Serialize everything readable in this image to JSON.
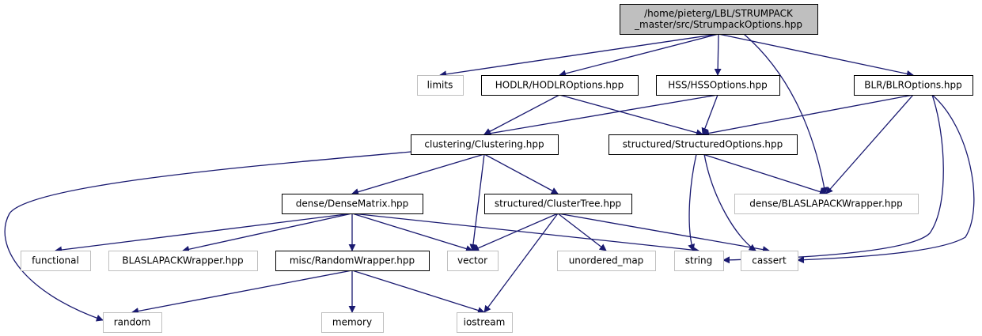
{
  "colors": {
    "edge": "#191970",
    "root_fill": "#bfbfbf",
    "documented_border": "#000000",
    "external_border": "#bfbfbf",
    "fill": "#ffffff",
    "text": "#000000"
  },
  "nodes": [
    {
      "id": "root",
      "lines": [
        "/home/pieterg/LBL/STRUMPACK",
        "_master/src/StrumpackOptions.hpp"
      ],
      "kind": "root"
    },
    {
      "id": "limits",
      "lines": [
        "limits"
      ],
      "kind": "external"
    },
    {
      "id": "hodlr",
      "lines": [
        "HODLR/HODLROptions.hpp"
      ],
      "kind": "documented"
    },
    {
      "id": "hss",
      "lines": [
        "HSS/HSSOptions.hpp"
      ],
      "kind": "documented"
    },
    {
      "id": "blr",
      "lines": [
        "BLR/BLROptions.hpp"
      ],
      "kind": "documented"
    },
    {
      "id": "clustering",
      "lines": [
        "clustering/Clustering.hpp"
      ],
      "kind": "documented"
    },
    {
      "id": "structuredopts",
      "lines": [
        "structured/StructuredOptions.hpp"
      ],
      "kind": "documented"
    },
    {
      "id": "densematrix",
      "lines": [
        "dense/DenseMatrix.hpp"
      ],
      "kind": "documented"
    },
    {
      "id": "clustertree",
      "lines": [
        "structured/ClusterTree.hpp"
      ],
      "kind": "documented"
    },
    {
      "id": "denseblas",
      "lines": [
        "dense/BLASLAPACKWrapper.hpp"
      ],
      "kind": "external"
    },
    {
      "id": "functional",
      "lines": [
        "functional"
      ],
      "kind": "external"
    },
    {
      "id": "blaswrapper",
      "lines": [
        "BLASLAPACKWrapper.hpp"
      ],
      "kind": "external"
    },
    {
      "id": "randomwrapper",
      "lines": [
        "misc/RandomWrapper.hpp"
      ],
      "kind": "documented"
    },
    {
      "id": "vector",
      "lines": [
        "vector"
      ],
      "kind": "external"
    },
    {
      "id": "unordered_map",
      "lines": [
        "unordered_map"
      ],
      "kind": "external"
    },
    {
      "id": "string",
      "lines": [
        "string"
      ],
      "kind": "external"
    },
    {
      "id": "cassert",
      "lines": [
        "cassert"
      ],
      "kind": "external"
    },
    {
      "id": "random",
      "lines": [
        "random"
      ],
      "kind": "external"
    },
    {
      "id": "memory",
      "lines": [
        "memory"
      ],
      "kind": "external"
    },
    {
      "id": "iostream",
      "lines": [
        "iostream"
      ],
      "kind": "external"
    }
  ],
  "edges": [
    {
      "from": "root",
      "to": "limits"
    },
    {
      "from": "root",
      "to": "hodlr"
    },
    {
      "from": "root",
      "to": "hss"
    },
    {
      "from": "root",
      "to": "denseblas"
    },
    {
      "from": "root",
      "to": "blr"
    },
    {
      "from": "hodlr",
      "to": "clustering"
    },
    {
      "from": "hodlr",
      "to": "structuredopts"
    },
    {
      "from": "hss",
      "to": "clustering"
    },
    {
      "from": "hss",
      "to": "structuredopts"
    },
    {
      "from": "blr",
      "to": "structuredopts"
    },
    {
      "from": "blr",
      "to": "denseblas"
    },
    {
      "from": "blr",
      "to": "string"
    },
    {
      "from": "blr",
      "to": "cassert"
    },
    {
      "from": "clustering",
      "to": "random"
    },
    {
      "from": "clustering",
      "to": "densematrix"
    },
    {
      "from": "clustering",
      "to": "vector"
    },
    {
      "from": "clustering",
      "to": "clustertree"
    },
    {
      "from": "structuredopts",
      "to": "denseblas"
    },
    {
      "from": "structuredopts",
      "to": "string"
    },
    {
      "from": "structuredopts",
      "to": "cassert"
    },
    {
      "from": "densematrix",
      "to": "functional"
    },
    {
      "from": "densematrix",
      "to": "blaswrapper"
    },
    {
      "from": "densematrix",
      "to": "randomwrapper"
    },
    {
      "from": "densematrix",
      "to": "vector"
    },
    {
      "from": "densematrix",
      "to": "string"
    },
    {
      "from": "clustertree",
      "to": "vector"
    },
    {
      "from": "clustertree",
      "to": "unordered_map"
    },
    {
      "from": "clustertree",
      "to": "cassert"
    },
    {
      "from": "clustertree",
      "to": "iostream"
    },
    {
      "from": "randomwrapper",
      "to": "random"
    },
    {
      "from": "randomwrapper",
      "to": "memory"
    },
    {
      "from": "randomwrapper",
      "to": "iostream"
    }
  ]
}
